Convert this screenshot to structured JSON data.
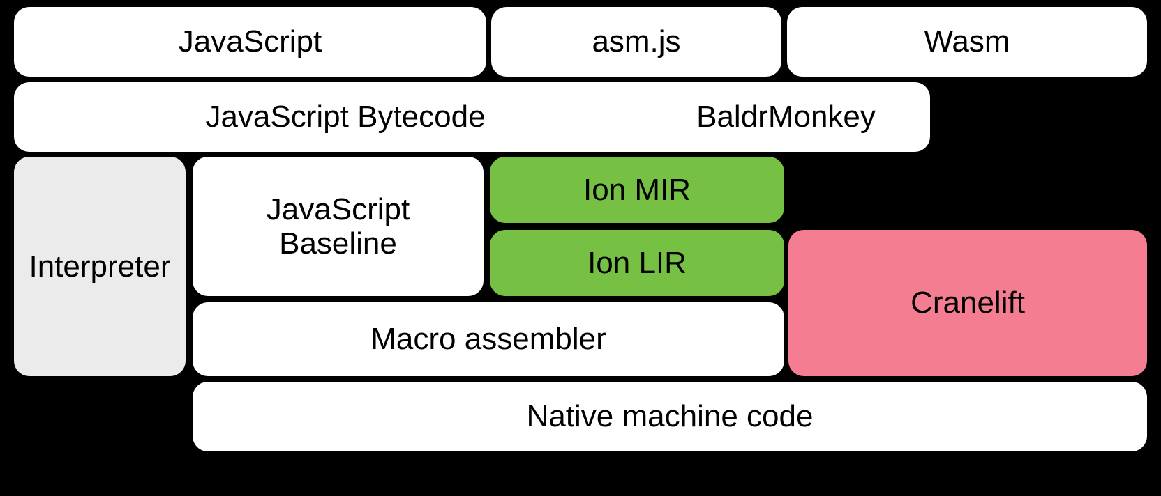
{
  "diagram": {
    "title": "SpiderMonkey compilation pipeline",
    "background_color": "#000000",
    "colors": {
      "default_box": "#ffffff",
      "gray_box": "#ebebeb",
      "green_box": "#76c043",
      "pink_box": "#f47d92",
      "text": "#000000"
    },
    "rows": [
      {
        "name": "source-languages",
        "boxes": [
          {
            "id": "javascript",
            "label": "JavaScript",
            "style": "white"
          },
          {
            "id": "asm-js",
            "label": "asm.js",
            "style": "white"
          },
          {
            "id": "wasm",
            "label": "Wasm",
            "style": "white"
          }
        ]
      },
      {
        "name": "front-end-representations",
        "boxes": [
          {
            "id": "javascript-bytecode",
            "label": "JavaScript Bytecode",
            "style": "white"
          },
          {
            "id": "baldrmonkey",
            "label": "BaldrMonkey",
            "style": "white"
          }
        ]
      },
      {
        "name": "execution-tiers",
        "boxes": [
          {
            "id": "interpreter",
            "label": "Interpreter",
            "style": "gray"
          },
          {
            "id": "javascript-baseline",
            "label": "JavaScript\nBaseline",
            "style": "white"
          },
          {
            "id": "ion-mir",
            "label": "Ion MIR",
            "style": "green"
          },
          {
            "id": "ion-lir",
            "label": "Ion LIR",
            "style": "green"
          },
          {
            "id": "cranelift",
            "label": "Cranelift",
            "style": "pink"
          }
        ]
      },
      {
        "name": "backend",
        "boxes": [
          {
            "id": "macro-assembler",
            "label": "Macro assembler",
            "style": "white"
          }
        ]
      },
      {
        "name": "output",
        "boxes": [
          {
            "id": "native-machine-code",
            "label": "Native machine code",
            "style": "white"
          }
        ]
      }
    ]
  }
}
